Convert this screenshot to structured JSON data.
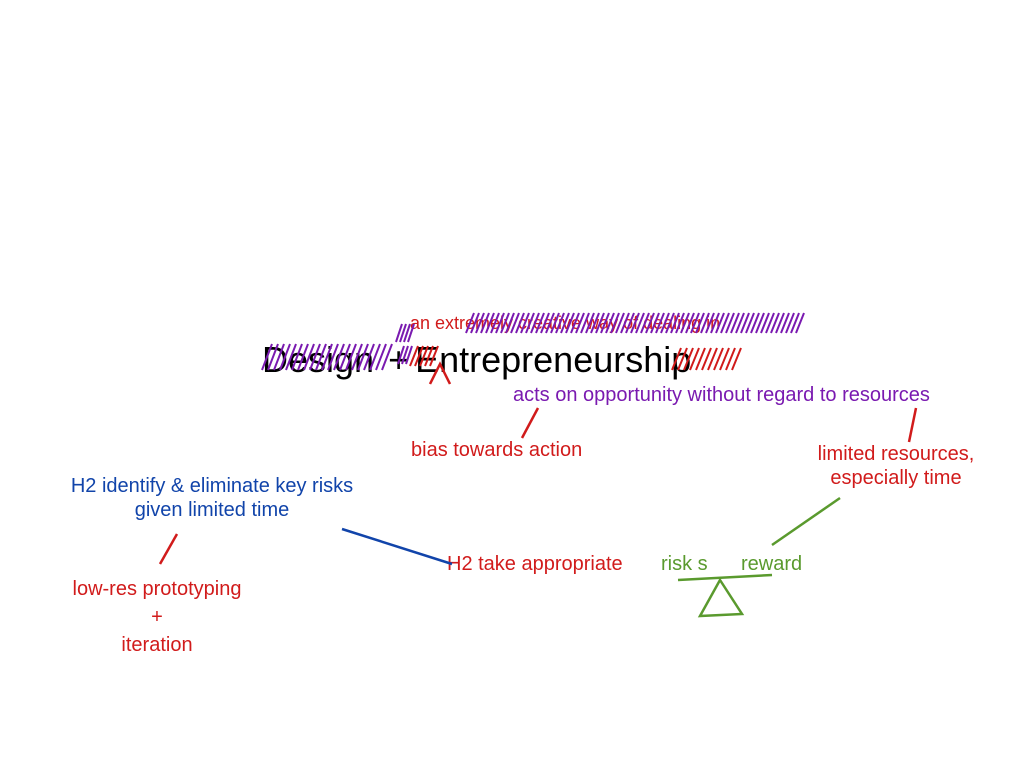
{
  "colors": {
    "text_black": "#000000",
    "red": "#d11b1b",
    "purple": "#7a1ab0",
    "blue": "#1144aa",
    "green": "#5a9a2e"
  },
  "title": {
    "design": "Design",
    "plus": "+",
    "entrepreneurship": "Entrepreneurship"
  },
  "annotations": {
    "strike_note": "an extremely creative way of dealing in",
    "definition": "acts on opportunity without regard to resources",
    "bias": "bias towards action",
    "limited_resources_line1": "limited resources,",
    "limited_resources_line2": "especially time",
    "h2_identify_line1": "H2 identify & eliminate key risks",
    "h2_identify_line2": "given limited time",
    "lowres_line1": "low-res prototyping",
    "lowres_plus": "+",
    "lowres_line3": "iteration",
    "h2_take": "H2 take appropriate",
    "risk": "risk s",
    "reward": "reward"
  },
  "icons": {
    "scale": "balance-scale-icon",
    "caret": "insertion-caret-icon"
  }
}
